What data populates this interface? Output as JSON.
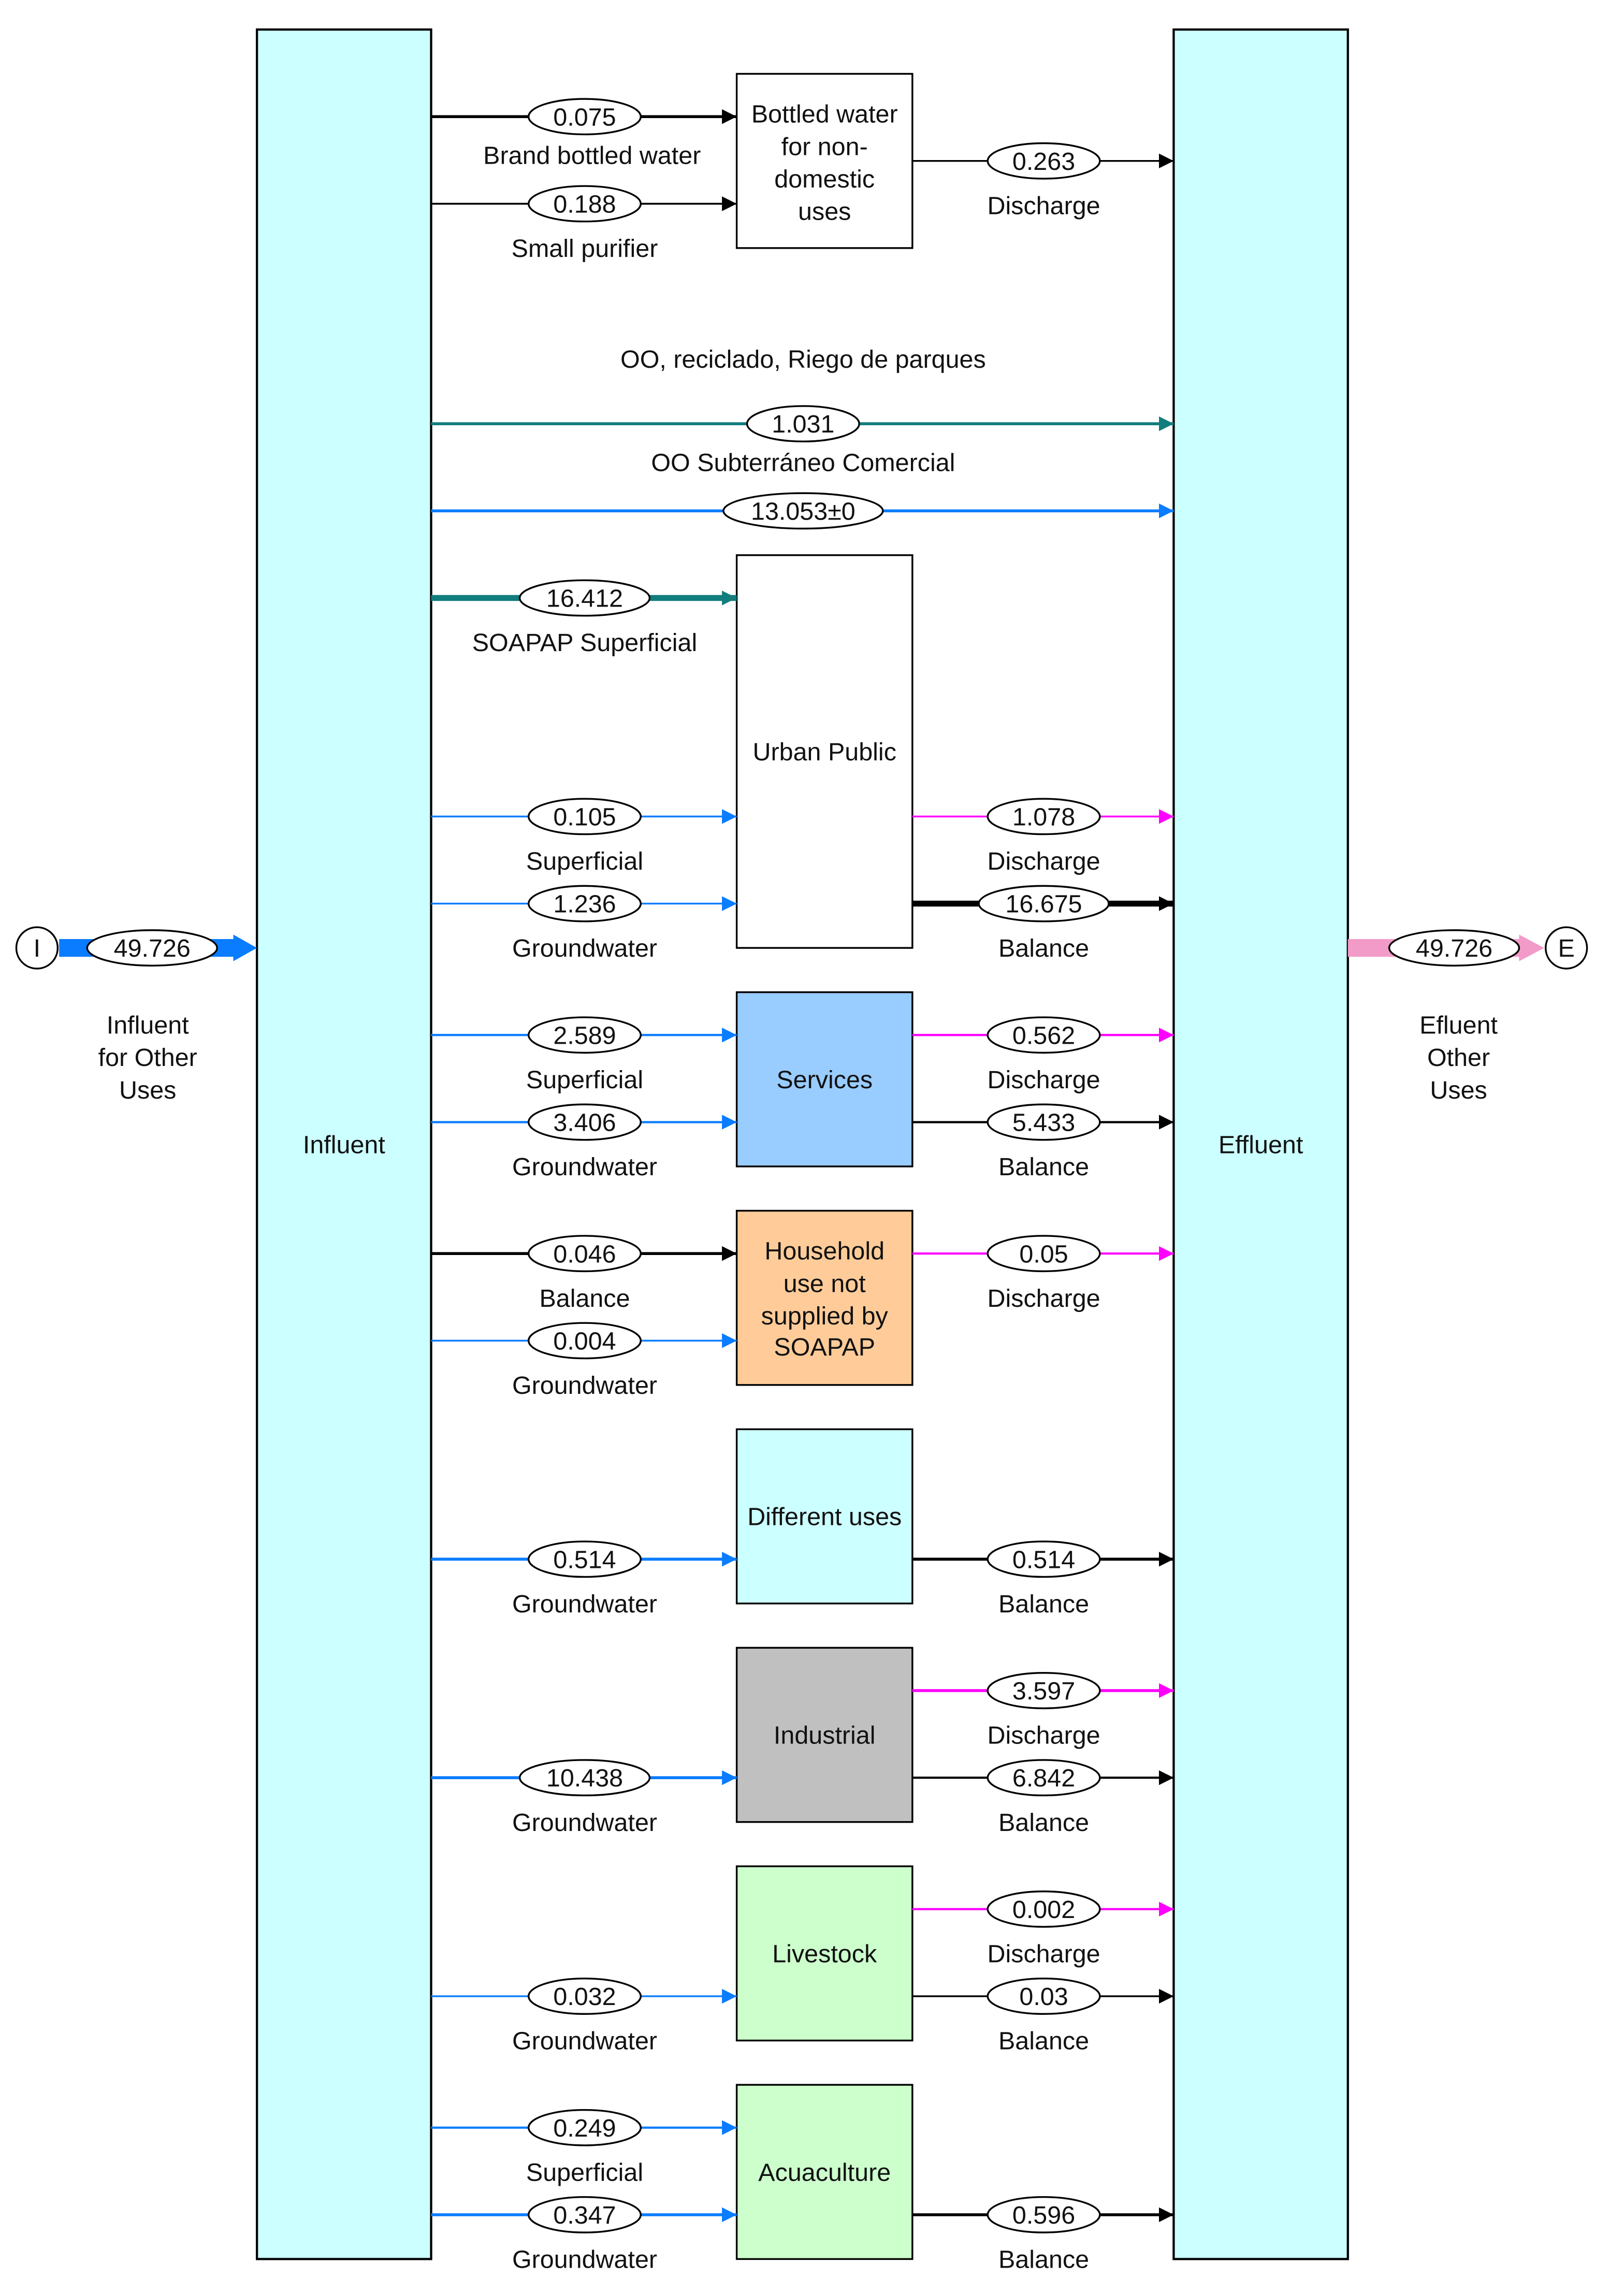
{
  "diagram": {
    "source": {
      "symbol": "I",
      "value": "49.726",
      "label_lines": [
        "Influent",
        "for Other",
        "Uses"
      ]
    },
    "sink": {
      "symbol": "E",
      "value": "49.726",
      "label_lines": [
        "Efluent",
        "Other",
        "Uses"
      ]
    },
    "influent_block": {
      "label": "Influent"
    },
    "effluent_block": {
      "label": "Effluent"
    },
    "colors": {
      "block_fill": "#ccffff",
      "black_flow": "#000000",
      "blue_flow": "#0a7cff",
      "teal_flow": "#127d7d",
      "discharge_flow": "#ff00ff",
      "effluent_arrow": "#f29bc8"
    },
    "boxes": [
      {
        "id": "bottled",
        "label_lines": [
          "Bottled water",
          "for non-",
          "domestic",
          "uses"
        ],
        "fill": "#ffffff"
      },
      {
        "id": "urban",
        "label_lines": [
          "Urban Public"
        ],
        "fill": "#ffffff"
      },
      {
        "id": "services",
        "label_lines": [
          "Services"
        ],
        "fill": "#99ccff"
      },
      {
        "id": "household",
        "label_lines": [
          "Household",
          "use not",
          "supplied by",
          "SOAPAP"
        ],
        "fill": "#ffcc99"
      },
      {
        "id": "different",
        "label_lines": [
          "Different uses"
        ],
        "fill": "#ccffff"
      },
      {
        "id": "industrial",
        "label_lines": [
          "Industrial"
        ],
        "fill": "#c0c0c0"
      },
      {
        "id": "livestock",
        "label_lines": [
          "Livestock"
        ],
        "fill": "#ccffcc"
      },
      {
        "id": "acuaculture",
        "label_lines": [
          "Acuaculture"
        ],
        "fill": "#ccffcc"
      }
    ],
    "flows": [
      {
        "value": "0.075",
        "label": "Brand bottled water",
        "from": "Influent",
        "to": "Bottled water for non-domestic uses"
      },
      {
        "value": "0.188",
        "label": "Small purifier",
        "from": "Influent",
        "to": "Bottled water for non-domestic uses"
      },
      {
        "value": "0.263",
        "label": "Discharge",
        "from": "Bottled water for non-domestic uses",
        "to": "Effluent"
      },
      {
        "value": "1.031",
        "label": "OO Subterráneo Comercial",
        "label_above": "OO, reciclado, Riego de parques",
        "from": "Influent",
        "to": "Effluent"
      },
      {
        "value": "13.053±0",
        "label": "",
        "from": "Influent",
        "to": "Effluent"
      },
      {
        "value": "16.412",
        "label": "SOAPAP Superficial",
        "from": "Influent",
        "to": "Urban Public"
      },
      {
        "value": "0.105",
        "label": "Superficial",
        "from": "Influent",
        "to": "Urban Public"
      },
      {
        "value": "1.236",
        "label": "Groundwater",
        "from": "Influent",
        "to": "Urban Public"
      },
      {
        "value": "1.078",
        "label": "Discharge",
        "from": "Urban Public",
        "to": "Effluent"
      },
      {
        "value": "16.675",
        "label": "Balance",
        "from": "Urban Public",
        "to": "Effluent"
      },
      {
        "value": "2.589",
        "label": "Superficial",
        "from": "Influent",
        "to": "Services"
      },
      {
        "value": "3.406",
        "label": "Groundwater",
        "from": "Influent",
        "to": "Services"
      },
      {
        "value": "0.562",
        "label": "Discharge",
        "from": "Services",
        "to": "Effluent"
      },
      {
        "value": "5.433",
        "label": "Balance",
        "from": "Services",
        "to": "Effluent"
      },
      {
        "value": "0.046",
        "label": "Balance",
        "from": "Influent",
        "to": "Household use not supplied by SOAPAP"
      },
      {
        "value": "0.004",
        "label": "Groundwater",
        "from": "Influent",
        "to": "Household use not supplied by SOAPAP"
      },
      {
        "value": "0.05",
        "label": "Discharge",
        "from": "Household use not supplied by SOAPAP",
        "to": "Effluent"
      },
      {
        "value": "0.514",
        "label": "Groundwater",
        "from": "Influent",
        "to": "Different uses"
      },
      {
        "value": "0.514",
        "label": "Balance",
        "from": "Different uses",
        "to": "Effluent"
      },
      {
        "value": "3.597",
        "label": "Discharge",
        "from": "Industrial",
        "to": "Effluent"
      },
      {
        "value": "10.438",
        "label": "Groundwater",
        "from": "Influent",
        "to": "Industrial"
      },
      {
        "value": "6.842",
        "label": "Balance",
        "from": "Industrial",
        "to": "Effluent"
      },
      {
        "value": "0.002",
        "label": "Discharge",
        "from": "Livestock",
        "to": "Effluent"
      },
      {
        "value": "0.032",
        "label": "Groundwater",
        "from": "Influent",
        "to": "Livestock"
      },
      {
        "value": "0.03",
        "label": "Balance",
        "from": "Livestock",
        "to": "Effluent"
      },
      {
        "value": "0.249",
        "label": "Superficial",
        "from": "Influent",
        "to": "Acuaculture"
      },
      {
        "value": "0.347",
        "label": "Groundwater",
        "from": "Influent",
        "to": "Acuaculture"
      },
      {
        "value": "0.596",
        "label": "Balance",
        "from": "Acuaculture",
        "to": "Effluent"
      }
    ]
  }
}
